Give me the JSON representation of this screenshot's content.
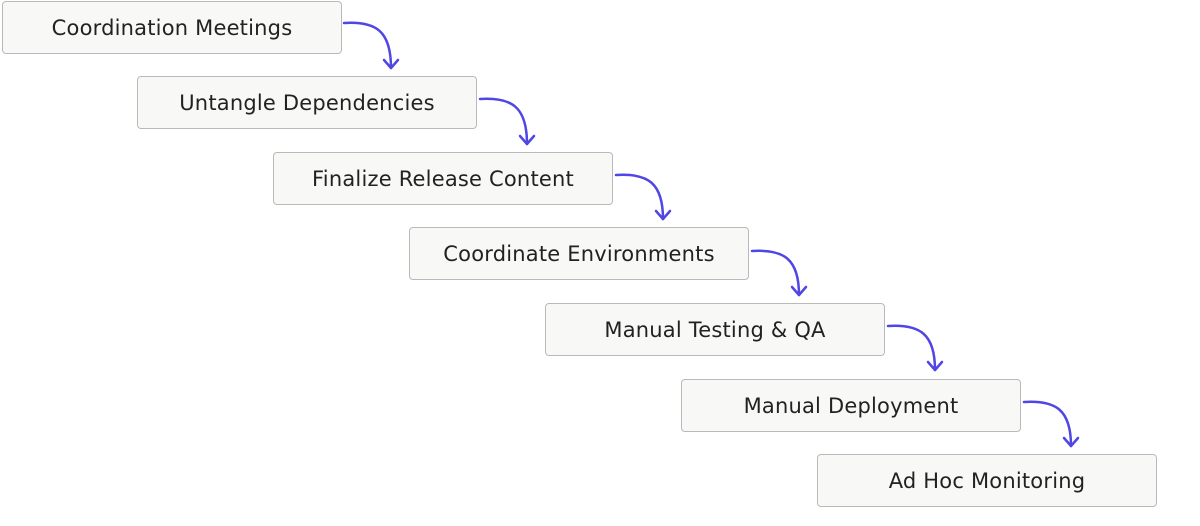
{
  "steps": [
    {
      "label": "Coordination Meetings"
    },
    {
      "label": "Untangle Dependencies"
    },
    {
      "label": "Finalize Release Content"
    },
    {
      "label": "Coordinate Environments"
    },
    {
      "label": "Manual Testing & QA"
    },
    {
      "label": "Manual Deployment"
    },
    {
      "label": "Ad Hoc Monitoring"
    }
  ],
  "colors": {
    "arrow": "#5046e5",
    "box_fill": "#f8f8f7",
    "box_border": "#b9b9b9",
    "text": "#222222"
  },
  "icons": {
    "connector": "curved-arrow-down-right-icon"
  }
}
